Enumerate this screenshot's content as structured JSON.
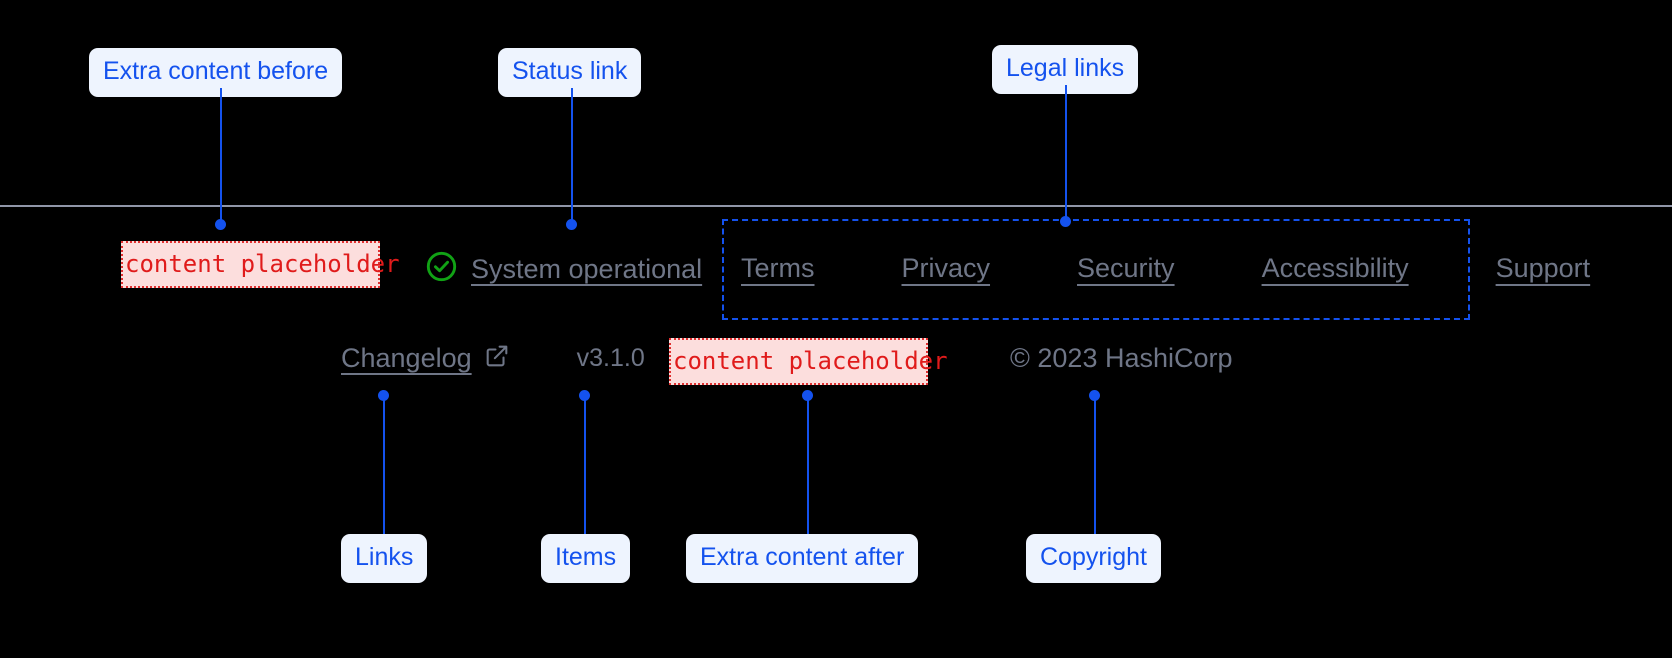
{
  "theme": {
    "background": "#000000",
    "annotation_color": "#1452ee",
    "annotation_bg": "#eef4fe",
    "placeholder_color": "#e01b1b",
    "placeholder_bg": "#fcdedd",
    "muted_text": "#6f7687",
    "divider_color": "#9096a8",
    "status_ok_color": "#11a215"
  },
  "annotations": {
    "extra_before": "Extra content before",
    "status_link": "Status link",
    "legal_links": "Legal links",
    "links": "Links",
    "items": "Items",
    "extra_after": "Extra content after",
    "copyright": "Copyright"
  },
  "footer": {
    "extra_before_placeholder": "content placeholder",
    "extra_after_placeholder": "content placeholder",
    "status": {
      "icon": "check-circle-icon",
      "label": "System operational"
    },
    "legal": [
      {
        "label": "Terms"
      },
      {
        "label": "Privacy"
      },
      {
        "label": "Security"
      },
      {
        "label": "Accessibility"
      },
      {
        "label": "Support"
      }
    ],
    "changelog": {
      "label": "Changelog",
      "icon": "external-link-icon"
    },
    "version": "v3.1.0",
    "copyright": "© 2023 HashiCorp"
  }
}
